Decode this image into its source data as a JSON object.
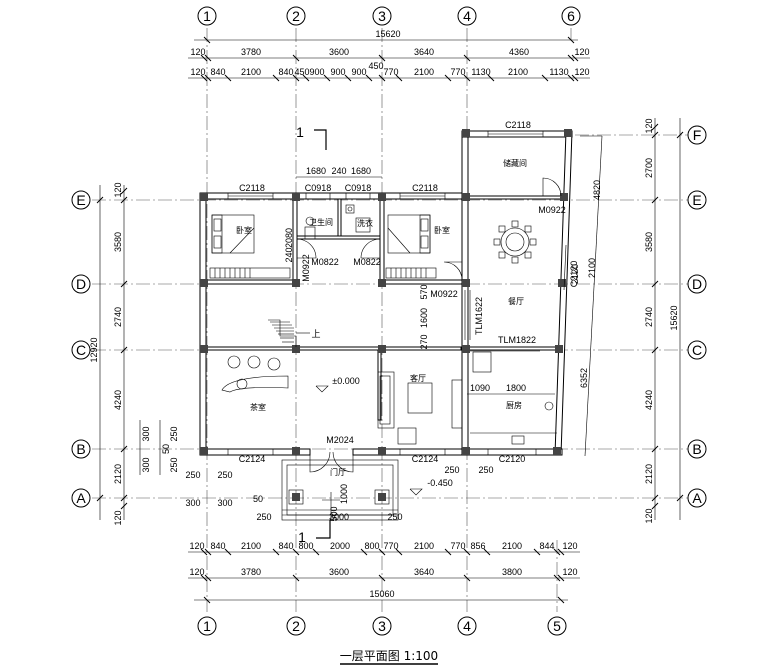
{
  "plan": {
    "title": "一层平面图 1:100",
    "axes_top": [
      "1",
      "2",
      "3",
      "4",
      "6"
    ],
    "axes_bottom": [
      "1",
      "2",
      "3",
      "4",
      "5"
    ],
    "axes_left": [
      "E",
      "D",
      "C",
      "B",
      "A"
    ],
    "axes_right": [
      "F",
      "E",
      "D",
      "C",
      "B",
      "A"
    ],
    "top_dims": {
      "total": "15620",
      "row2": [
        "120",
        "3780",
        "3600",
        "3640",
        "4360",
        "120"
      ],
      "row3": [
        "120",
        "840",
        "2100",
        "840",
        "450",
        "900",
        "900",
        "900",
        "450",
        "770",
        "2100",
        "770",
        "1130",
        "2100",
        "1130",
        "120"
      ],
      "stray": "450"
    },
    "bottom_dims": {
      "total": "15060",
      "row2": [
        "120",
        "3780",
        "3600",
        "3640",
        "3800",
        "120"
      ],
      "row1": [
        "120",
        "840",
        "2100",
        "840",
        "800",
        "2000",
        "800",
        "770",
        "2100",
        "770",
        "856",
        "2100",
        "844",
        "120"
      ]
    },
    "left_dims": {
      "total": "12920",
      "parts": [
        "120",
        "3580",
        "2740",
        "4240",
        "2120",
        "120"
      ],
      "small": [
        "300",
        "250",
        "50",
        "300",
        "250"
      ]
    },
    "right_dims": {
      "total": "15620",
      "parts": [
        "120",
        "2700",
        "3580",
        "2740",
        "4240",
        "2120",
        "120"
      ],
      "inner": [
        "4820",
        "2100",
        "2120",
        "6352"
      ]
    },
    "rooms": {
      "storage": "储藏间",
      "bedroom": "卧室",
      "bathroom": "卫生间",
      "wash": "洗衣",
      "dining": "餐厅",
      "tea": "茶室",
      "living": "客厅",
      "kitchen": "厨房",
      "entrance": "门厅"
    },
    "labels": {
      "c2118": "C2118",
      "c0918": "C0918",
      "m0922": "M0922",
      "m0822": "M0822",
      "c2120": "C2120",
      "tlm1622": "TLM1622",
      "tlm1822": "TLM1822",
      "m2024": "M2024",
      "c2124": "C2124",
      "elev0": "±0.000",
      "elev1": "-0.450",
      "up": "上",
      "d1680": "1680",
      "d240": "240",
      "d2080": "2080",
      "d1600": "1600",
      "d270": "270",
      "d570": "570",
      "d1090": "1090",
      "d1800": "1800",
      "d250": "250",
      "d300": "300",
      "d3000": "3000",
      "d50": "50",
      "d500": "500",
      "d1000": "1000",
      "sec": "1"
    }
  }
}
